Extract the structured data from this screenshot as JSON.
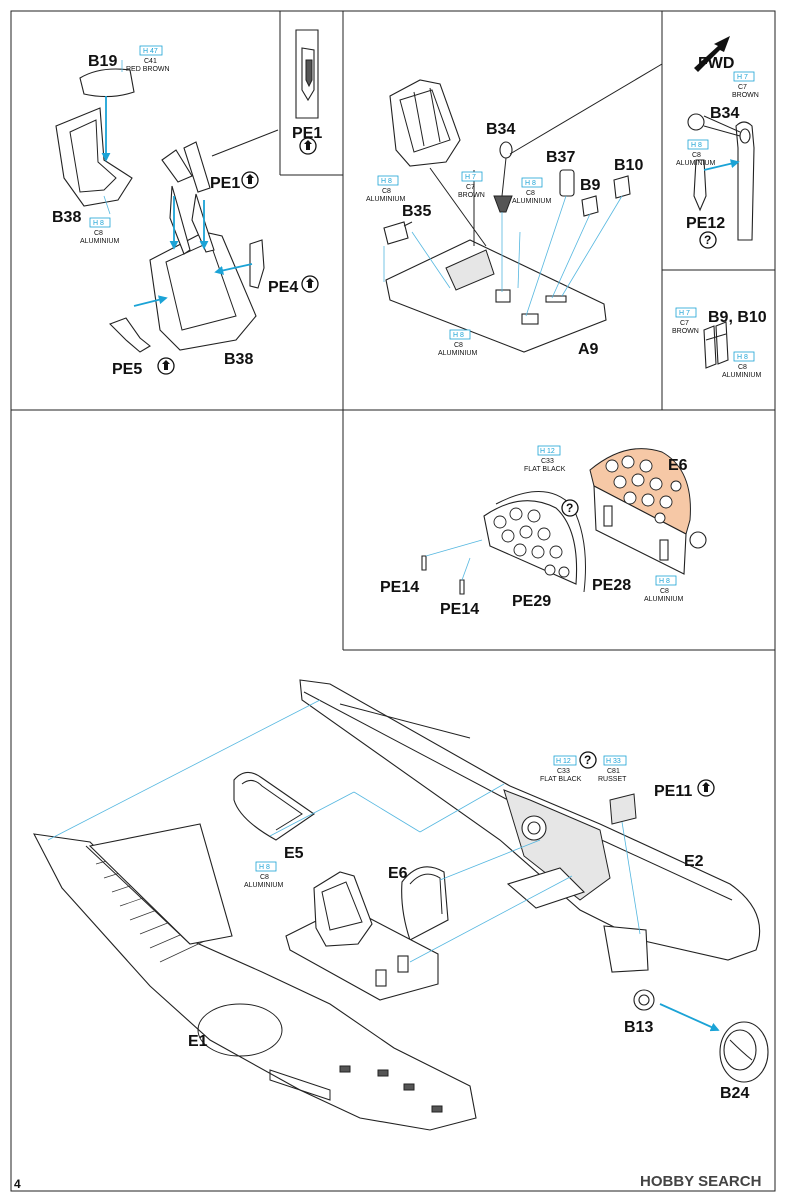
{
  "page_number": "4",
  "watermark": "HOBBY SEARCH",
  "labels": {
    "B19": "B19",
    "B38_top": "B38",
    "PE1_box": "PE1",
    "PE1": "PE1",
    "PE4": "PE4",
    "PE5": "PE5",
    "B38": "B38",
    "B34": "B34",
    "B37": "B37",
    "B10": "B10",
    "B9": "B9",
    "B35": "B35",
    "A9": "A9",
    "FWD": "FWD",
    "B34_r": "B34",
    "PE12": "PE12",
    "B9_B10": "B9, B10",
    "E6": "E6",
    "PE14_a": "PE14",
    "PE14_b": "PE14",
    "PE29": "PE29",
    "PE28": "PE28",
    "PE11": "PE11",
    "E5": "E5",
    "E6_b": "E6",
    "E2": "E2",
    "E1": "E1",
    "B13": "B13",
    "B24": "B24"
  },
  "color_callouts": [
    {
      "id": "c1",
      "h": "H 47",
      "c": "C41",
      "name": "RED BROWN"
    },
    {
      "id": "c2",
      "h": "H 8",
      "c": "C8",
      "name": "ALUMINIUM"
    },
    {
      "id": "c3",
      "h": "H 8",
      "c": "C8",
      "name": "ALUMINIUM"
    },
    {
      "id": "c4",
      "h": "H 7",
      "c": "C7",
      "name": "BROWN"
    },
    {
      "id": "c5",
      "h": "H 8",
      "c": "C8",
      "name": "ALUMINIUM"
    },
    {
      "id": "c6",
      "h": "H 8",
      "c": "C8",
      "name": "ALUMINIUM"
    },
    {
      "id": "c7",
      "h": "H 7",
      "c": "C7",
      "name": "BROWN"
    },
    {
      "id": "c8",
      "h": "H 8",
      "c": "C8",
      "name": "ALUMINIUM"
    },
    {
      "id": "c9",
      "h": "H 7",
      "c": "C7",
      "name": "BROWN"
    },
    {
      "id": "c10",
      "h": "H 8",
      "c": "C8",
      "name": "ALUMINIUM"
    },
    {
      "id": "c11",
      "h": "H 12",
      "c": "C33",
      "name": "FLAT BLACK"
    },
    {
      "id": "c12",
      "h": "H 8",
      "c": "C8",
      "name": "ALUMINIUM"
    },
    {
      "id": "c13",
      "h": "H 12",
      "c": "C33",
      "name": "FLAT BLACK"
    },
    {
      "id": "c14",
      "h": "H 33",
      "c": "C81",
      "name": "RUSSET"
    },
    {
      "id": "c15",
      "h": "H 8",
      "c": "C8",
      "name": "ALUMINIUM"
    }
  ],
  "colors": {
    "arrow": "#1ba3d6",
    "leader": "#55b7e0",
    "highlight": "#f6c8a6",
    "line": "#222222"
  },
  "icons": [
    "photo-etch-arrow-icon",
    "question-icon",
    "fwd-arrow-icon"
  ]
}
